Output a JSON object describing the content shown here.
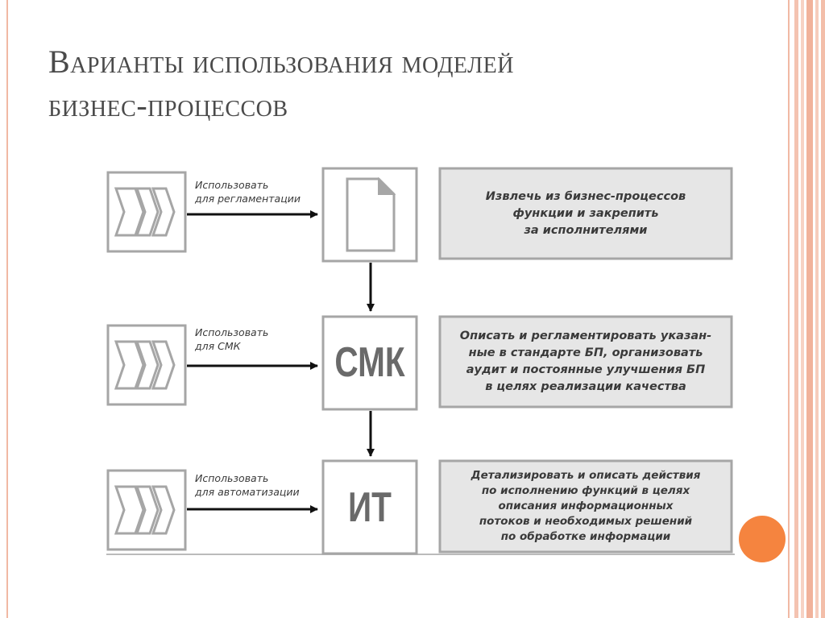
{
  "slide": {
    "title_line1": "Варианты использования моделей",
    "title_line2": "бизнес-процессов"
  },
  "diagram": {
    "rows": [
      {
        "arrow_label_1": "Использовать",
        "arrow_label_2": "для регламентации",
        "box_icon": "document-icon",
        "description": "Извлечь из бизнес-процессов функции и закрепить за исполнителями",
        "desc_lines": [
          "Извлечь из бизнес-процессов",
          "функции и закрепить",
          "за исполнителями"
        ]
      },
      {
        "arrow_label_1": "Использовать",
        "arrow_label_2": "для СМК",
        "box_label": "СМК",
        "desc_lines": [
          "Описать и регламентировать указан-",
          "ные в стандарте БП, организовать",
          "аудит и постоянные улучшения БП",
          "в целях реализации качества"
        ]
      },
      {
        "arrow_label_1": "Использовать",
        "arrow_label_2": "для автоматизации",
        "box_label": "ИТ",
        "desc_lines": [
          "Детализировать и описать действия",
          "по исполнению функций в целях",
          "описания информационных",
          "потоков и необходимых решений",
          "по обработке информации"
        ]
      }
    ]
  },
  "colors": {
    "accent_orange": "#f5843f",
    "frame_pink": "#f1b9a4",
    "box_border": "#a6a6a6",
    "desc_fill": "#e6e6e6"
  }
}
